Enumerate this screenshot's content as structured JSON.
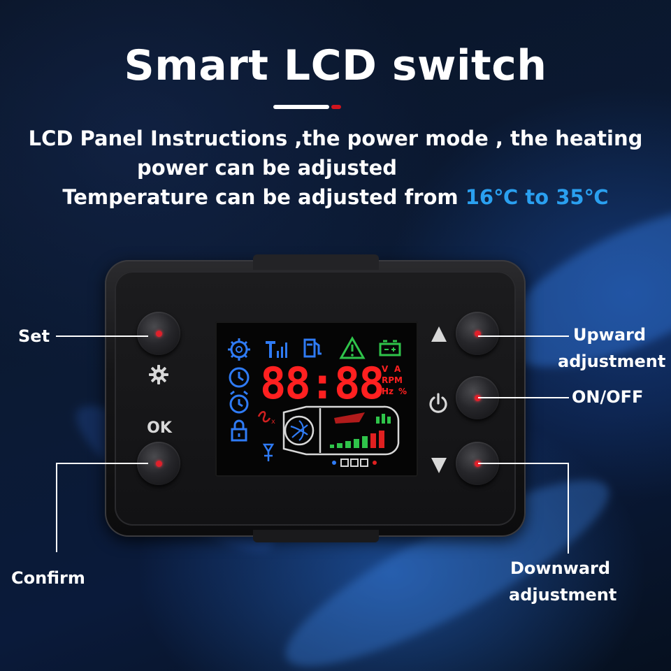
{
  "header": {
    "title": "Smart LCD switch",
    "line1": "LCD Panel Instructions ,the power mode , the heating",
    "line2": "power can be  adjusted",
    "line3_prefix": "Temperature can be adjusted from ",
    "line3_highlight": "16℃ to 35℃"
  },
  "colors": {
    "accent_blue": "#2aa0f0",
    "accent_red": "#d0141e",
    "button_dot": "#e0202a",
    "lcd_segment_red": "#ff2020",
    "lcd_icon_blue": "#2f7bf5"
  },
  "device": {
    "ok_label": "OK",
    "gear_icon": "gear-icon",
    "power_icon": "power-icon",
    "up_icon": "triangle-up-icon",
    "down_icon": "triangle-down-icon",
    "lcd": {
      "segment_display": "88:88",
      "unit_v": "V",
      "unit_a": "A",
      "unit_rpm": "RPM",
      "unit_hz": "Hz",
      "unit_pct": "%"
    }
  },
  "callouts": {
    "set": "Set",
    "confirm": "Confirm",
    "upward_line1": "Upward",
    "upward_line2": "adjustment",
    "on_off": "ON/OFF",
    "downward_line1": "Downward",
    "downward_line2": "adjustment"
  }
}
